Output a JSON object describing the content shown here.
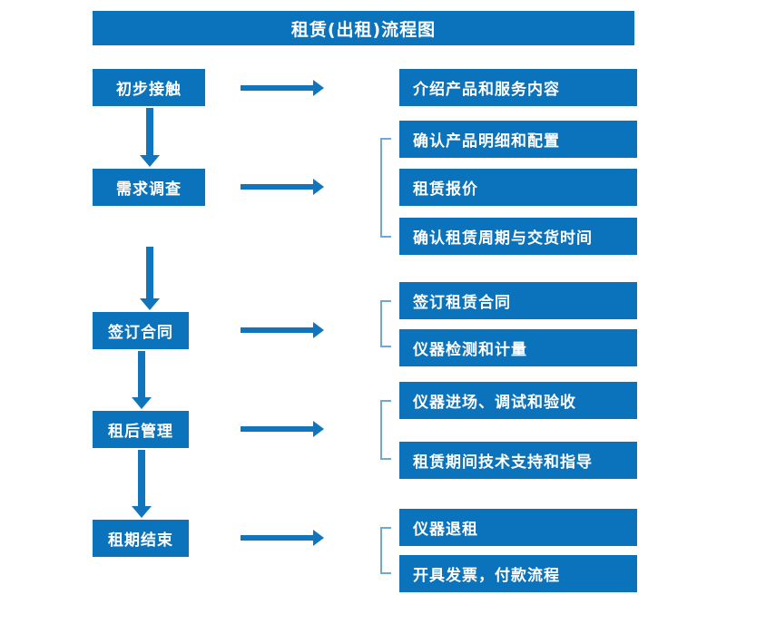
{
  "chart_data": {
    "type": "diagram",
    "title": "租赁(出租)流程图",
    "diagram_kind": "flowchart",
    "colors": {
      "box_fill": "#0B72BC",
      "box_text": "#FFFFFF",
      "arrow": "#1175BE",
      "bracket": "#6FA8D6",
      "background": "#FFFFFF"
    },
    "stages": [
      {
        "stage": "初步接触",
        "details": [
          "介绍产品和服务内容"
        ],
        "bracketed": false
      },
      {
        "stage": "需求调查",
        "details": [
          "确认产品明细和配置",
          "租赁报价",
          "确认租赁周期与交货时间"
        ],
        "bracketed": true
      },
      {
        "stage": "签订合同",
        "details": [
          "签订租赁合同",
          "仪器检测和计量"
        ],
        "bracketed": true
      },
      {
        "stage": "租后管理",
        "details": [
          "仪器进场、调试和验收",
          "租赁期间技术支持和指导"
        ],
        "bracketed": true
      },
      {
        "stage": "租期结束",
        "details": [
          "仪器退租",
          "开具发票，付款流程"
        ],
        "bracketed": true
      }
    ]
  },
  "header": {
    "title": "租赁(出租)流程图"
  },
  "left_column": {
    "boxes": [
      {
        "label": "初步接触"
      },
      {
        "label": "需求调查"
      },
      {
        "label": "签订合同"
      },
      {
        "label": "租后管理"
      },
      {
        "label": "租期结束"
      }
    ]
  },
  "right_column": {
    "boxes": [
      {
        "label": "介绍产品和服务内容"
      },
      {
        "label": "确认产品明细和配置"
      },
      {
        "label": "租赁报价"
      },
      {
        "label": "确认租赁周期与交货时间"
      },
      {
        "label": "签订租赁合同"
      },
      {
        "label": "仪器检测和计量"
      },
      {
        "label": "仪器进场、调试和验收"
      },
      {
        "label": "租赁期间技术支持和指导"
      },
      {
        "label": "仪器退租"
      },
      {
        "label": "开具发票，付款流程"
      }
    ]
  }
}
